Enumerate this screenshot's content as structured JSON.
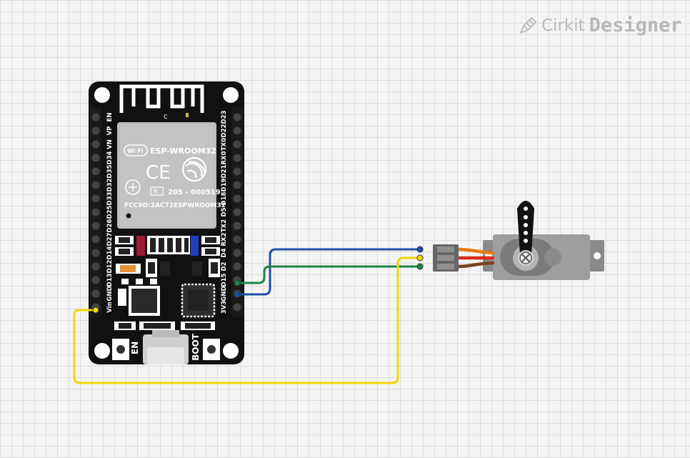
{
  "logo": {
    "brand": "Cirkit",
    "product": "Designer"
  },
  "esp32": {
    "module_name": "ESP-WROOM32",
    "wifi_badge": "Wi Fi",
    "ce_mark": "CE",
    "r_mark": "R",
    "cert_code": "205 - 000519",
    "fcc_id": "FCC9D:2AC72ESPWROOM32",
    "antenna_label": "C",
    "left_pins": [
      "EN",
      "VP",
      "VN",
      "D34",
      "D35",
      "D32",
      "D33",
      "D25",
      "D26",
      "D27",
      "D14",
      "D12",
      "D13",
      "GND",
      "Vin"
    ],
    "right_pins": [
      "D23",
      "D22",
      "TX0",
      "RX0",
      "D21",
      "D19",
      "D18",
      "D5",
      "TX2",
      "RX2",
      "D4",
      "D2",
      "D15",
      "GND",
      "3V3"
    ],
    "button_en": "EN",
    "button_boot": "BOOT"
  },
  "wires": [
    {
      "name": "signal",
      "color": "#1e8449"
    },
    {
      "name": "ground",
      "color": "#1f4ea8"
    },
    {
      "name": "power",
      "color": "#f5d50a"
    }
  ],
  "servo": {
    "lead_colors": [
      "#e87a10",
      "#d92b1a",
      "#7a4320"
    ]
  }
}
